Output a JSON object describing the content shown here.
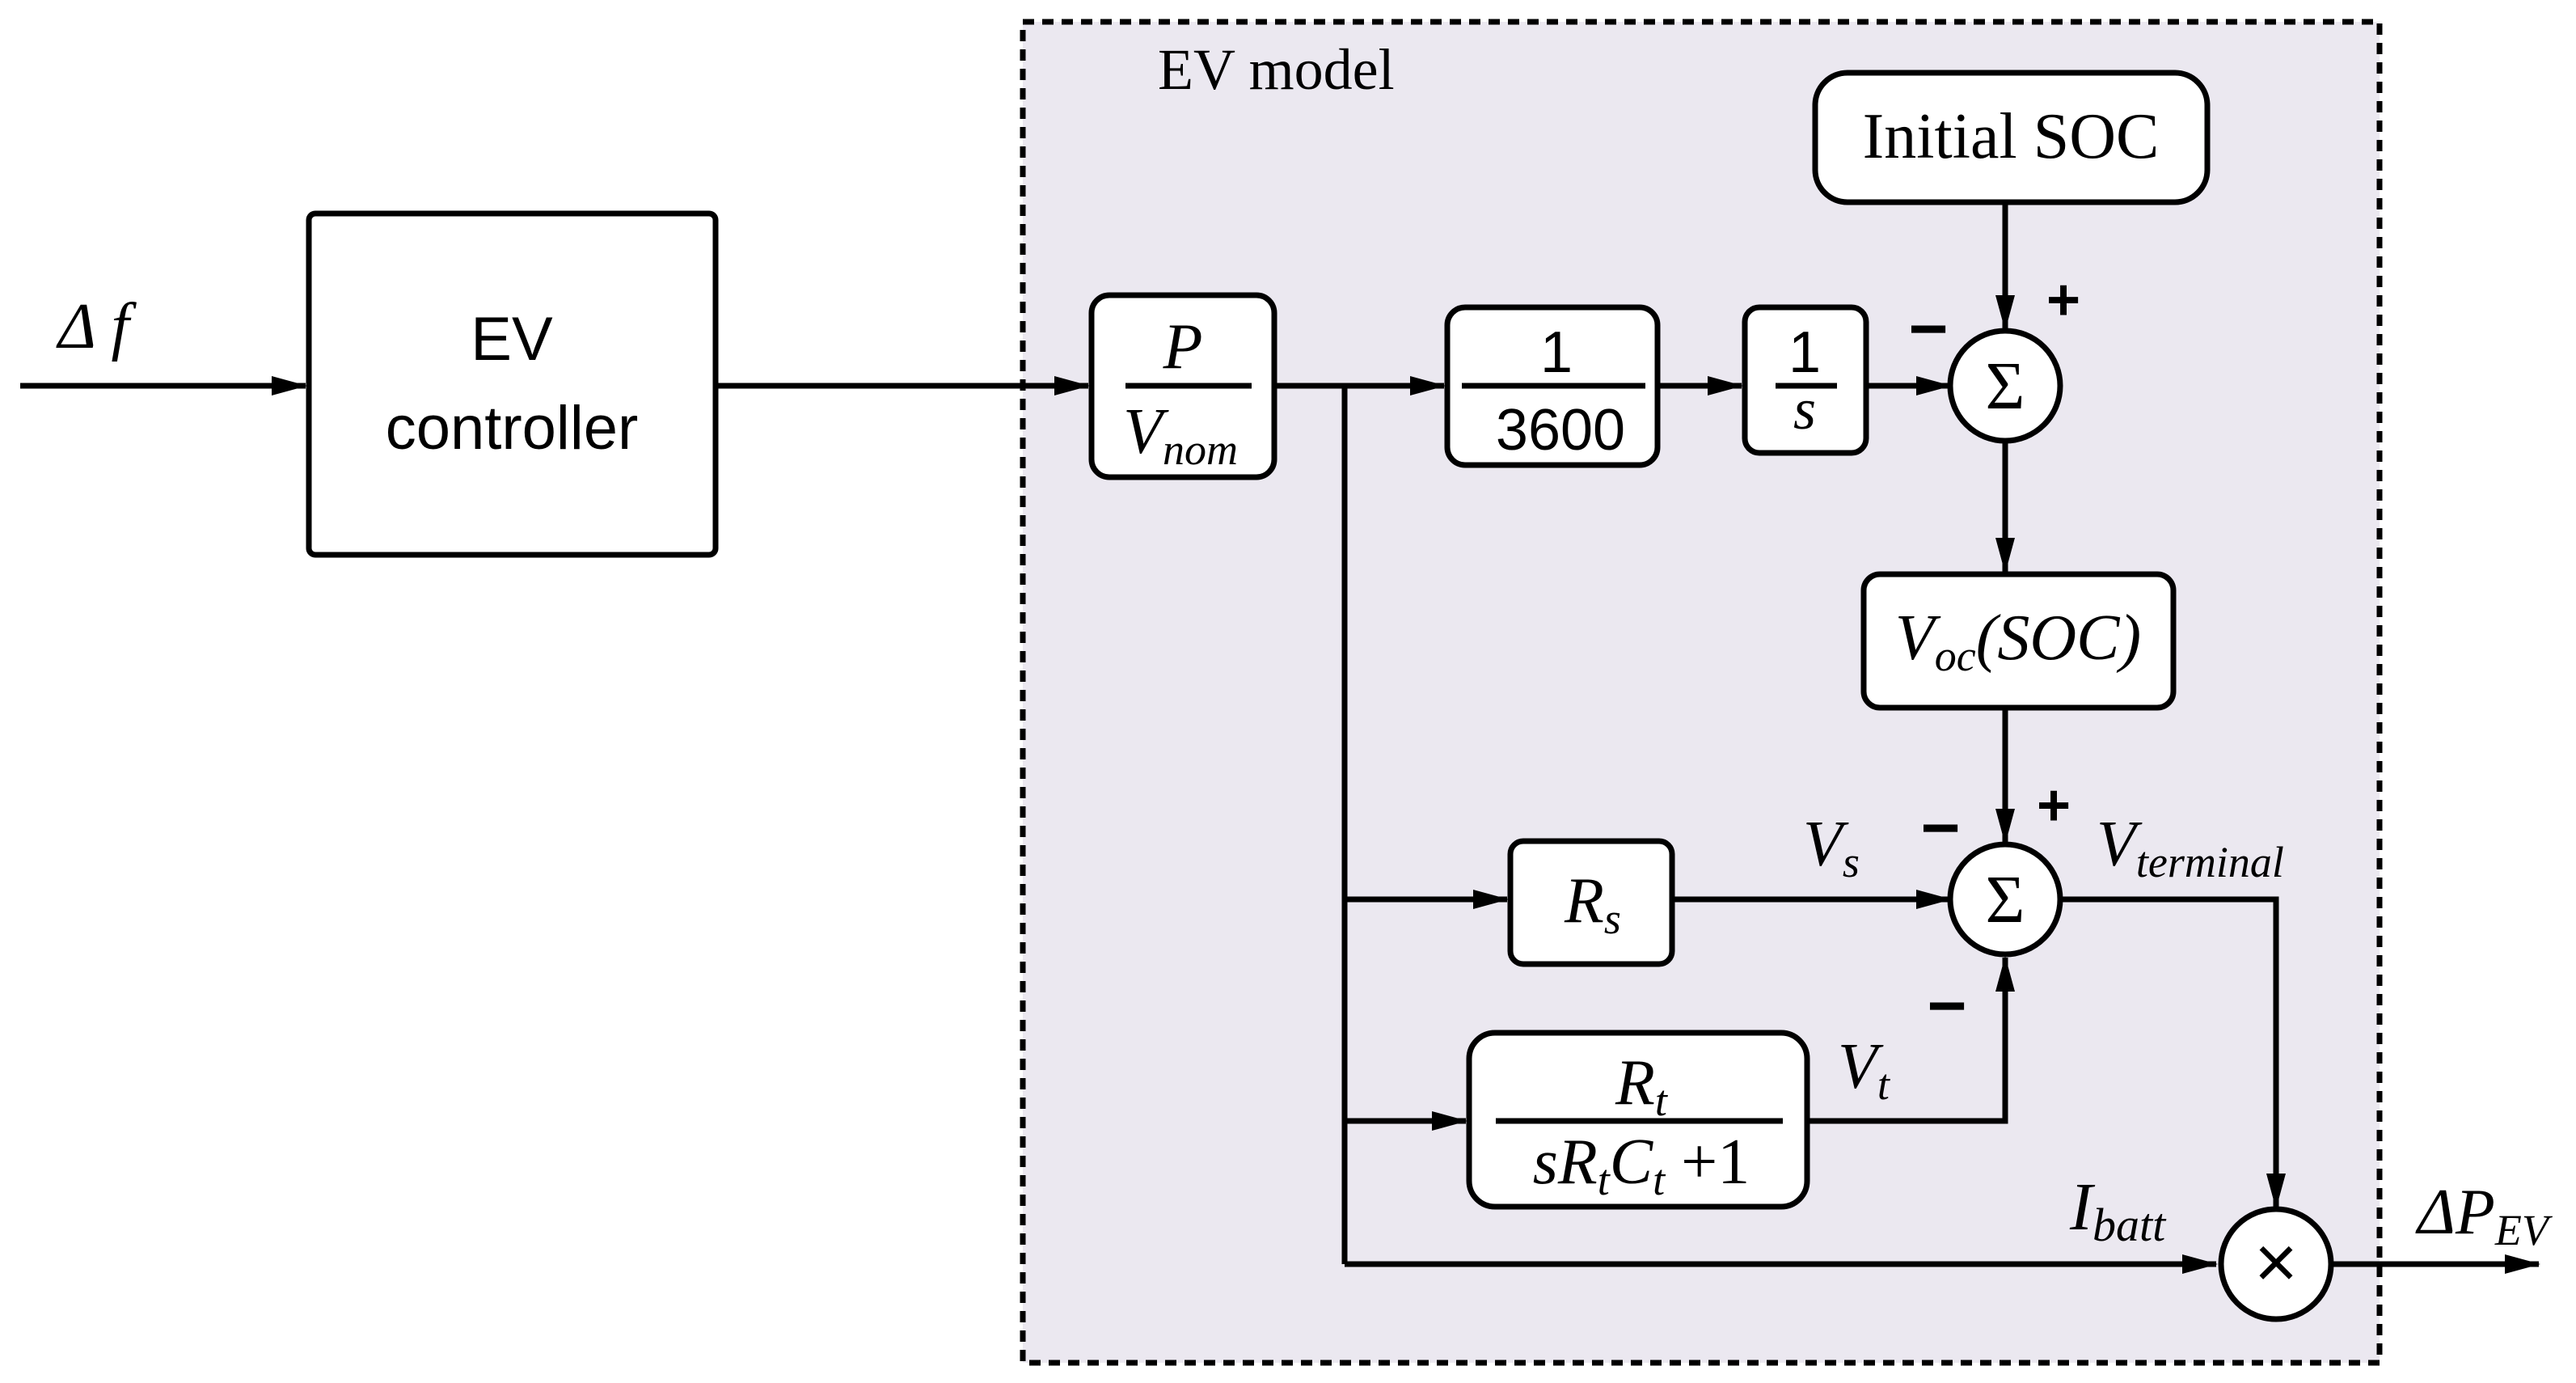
{
  "input": {
    "label": "Δ f"
  },
  "controller": {
    "line1": "EV",
    "line2": "controller"
  },
  "ev_model": {
    "title": "EV model",
    "background": "#ebe8f0"
  },
  "blocks": {
    "p_over_vnom": {
      "num": "P",
      "den_main": "V",
      "den_sub": "nom"
    },
    "gain": {
      "num": "1",
      "den": "3600"
    },
    "integrator": {
      "num": "1",
      "den": "s"
    },
    "initial_soc": {
      "label": "Initial SOC"
    },
    "voc": {
      "main": "V",
      "sub": "oc",
      "rest": "(SOC)"
    },
    "rs": {
      "main": "R",
      "sub": "s"
    },
    "rt_tf": {
      "num_main": "R",
      "num_sub": "t",
      "den_a": "sR",
      "den_b_sub": "t",
      "den_c": "C",
      "den_d_sub": "t",
      "den_e": " +1"
    }
  },
  "sum1": {
    "symbol": "Σ",
    "plus": "+",
    "minus": "−"
  },
  "sum2": {
    "symbol": "Σ",
    "plus": "+",
    "minus_top": "−",
    "minus_bottom": "−"
  },
  "product": {
    "symbol": "×"
  },
  "signals": {
    "vs": {
      "main": "V",
      "sub": "s"
    },
    "vt": {
      "main": "V",
      "sub": "t"
    },
    "vterminal": {
      "main": "V",
      "sub": "terminal"
    },
    "ibatt": {
      "main": "I",
      "sub": "batt"
    },
    "output": {
      "main": "ΔP",
      "sub": "EV"
    }
  }
}
